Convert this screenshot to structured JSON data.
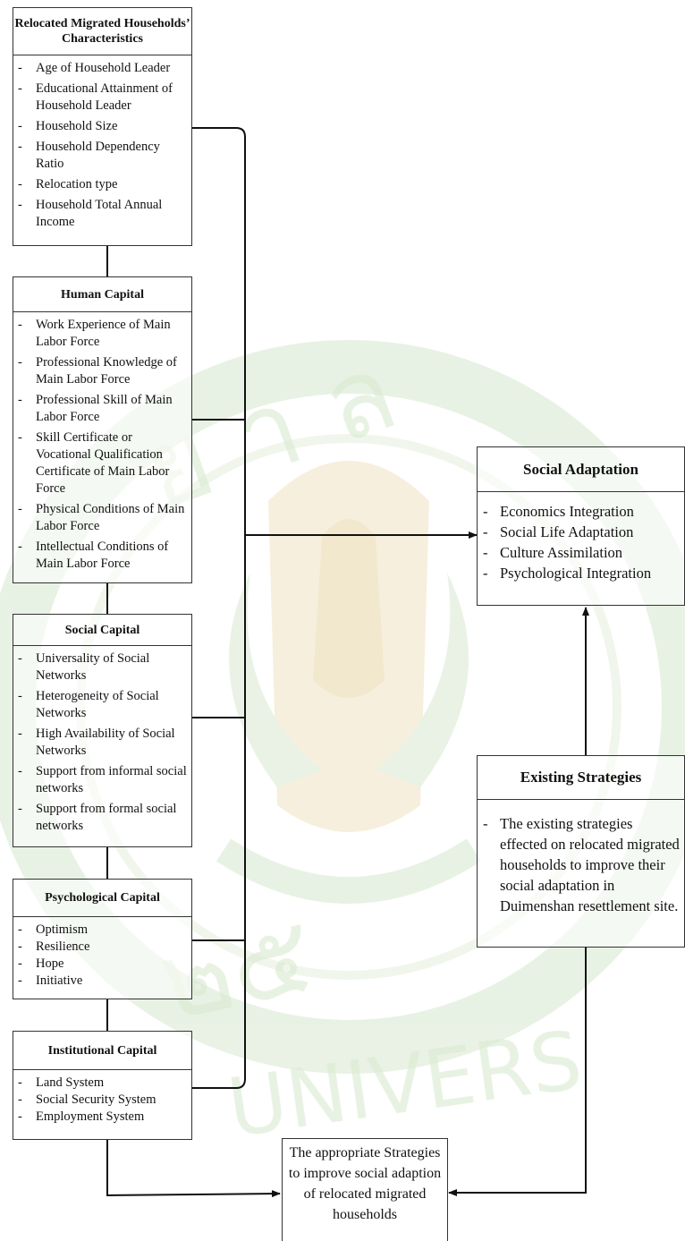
{
  "boxes": {
    "households": {
      "title": "Relocated Migrated Households’ Characteristics",
      "items": [
        "Age of Household Leader",
        "Educational Attainment of Household Leader",
        "Household Size",
        "Household Dependency Ratio",
        "Relocation type",
        "Household Total Annual Income"
      ]
    },
    "human": {
      "title": "Human Capital",
      "items": [
        "Work Experience of Main Labor Force",
        "Professional Knowledge of Main Labor Force",
        "Professional Skill of Main Labor Force",
        "Skill Certificate or Vocational Qualification Certificate of Main Labor Force",
        "Physical Conditions of Main Labor Force",
        "Intellectual Conditions of Main Labor Force"
      ]
    },
    "social": {
      "title": "Social Capital",
      "items": [
        "Universality of Social Networks",
        "Heterogeneity of Social Networks",
        "High Availability of Social Networks",
        "Support from informal social networks",
        "Support from formal social networks"
      ]
    },
    "psychological": {
      "title": "Psychological Capital",
      "items": [
        "Optimism",
        "Resilience",
        "Hope",
        "Initiative"
      ]
    },
    "institutional": {
      "title": "Institutional Capital",
      "items": [
        "Land System",
        "Social Security System",
        "Employment System"
      ]
    },
    "adaptation": {
      "title": "Social Adaptation",
      "items": [
        "Economics Integration",
        "Social Life Adaptation",
        "Culture Assimilation",
        "Psychological Integration"
      ]
    },
    "existing": {
      "title": "Existing Strategies",
      "items": [
        "The existing strategies effected on relocated migrated households to improve their social adaptation in Duimenshan resettlement site."
      ]
    },
    "appropriate": {
      "text": "The appropriate Strategies to improve social adaption of relocated migrated households"
    }
  },
  "colors": {
    "line": "#111111",
    "border": "#333333",
    "watermark": "#cfe3c6",
    "watermark_gold": "#e9d6a6"
  },
  "watermark_icon": "university-seal-icon"
}
